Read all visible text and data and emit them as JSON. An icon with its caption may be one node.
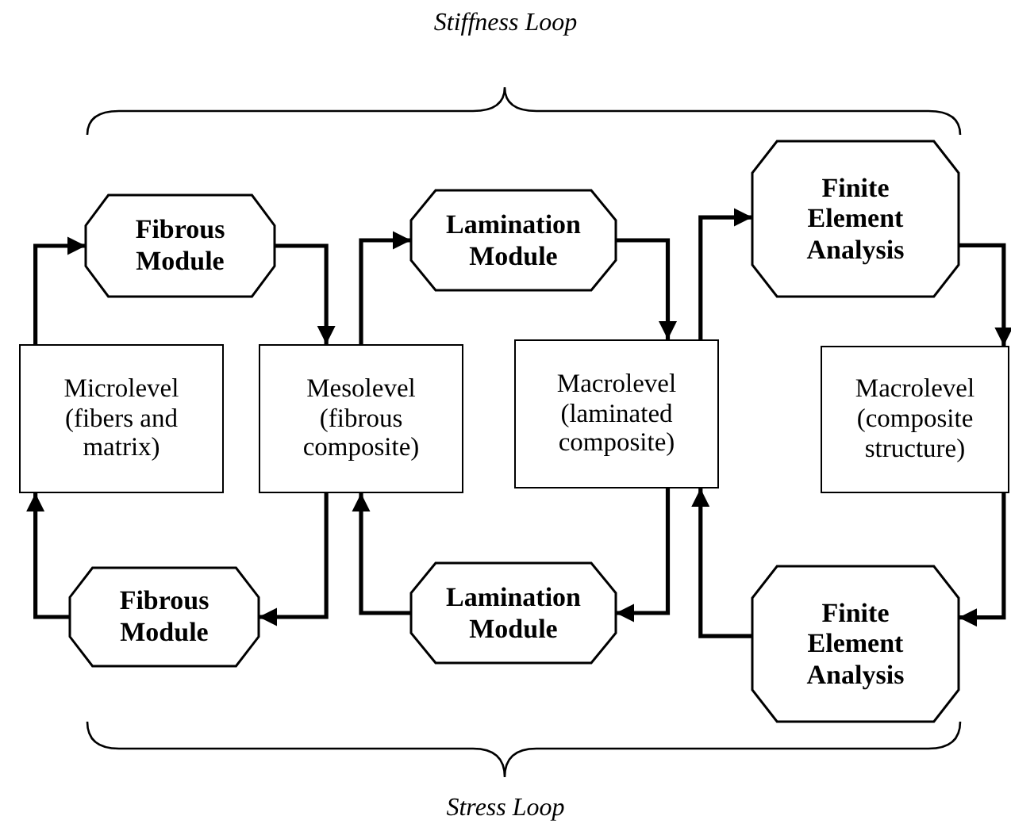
{
  "diagram": {
    "nodes": [
      {
        "text": [
          "Fibrous Module"
        ]
      },
      {
        "text": [
          "Lamination Module"
        ]
      },
      {
        "text": [
          "Finite Element Analysis"
        ]
      },
      {
        "text": [
          "Microlevel (fibers and matrix)"
        ]
      },
      {
        "text": [
          "Mesolevel (fibrous composite)"
        ]
      },
      {
        "text": [
          "Macrolevel (laminated composite)"
        ]
      },
      {
        "text": [
          "Macrolevel (composite structure)"
        ]
      },
      {
        "text": [
          "Fibrous Module"
        ]
      },
      {
        "text": [
          "Lamination Module"
        ]
      },
      {
        "text": [
          "Finite Element Analysis"
        ]
      }
    ],
    "edges": [
      {
        "from": 3,
        "to": 0,
        "arrow": "to"
      },
      {
        "from": 0,
        "to": 4,
        "arrow": "to"
      },
      {
        "from": 4,
        "to": 1,
        "arrow": "to"
      },
      {
        "from": 1,
        "to": 5,
        "arrow": "to"
      },
      {
        "from": 5,
        "to": 2,
        "arrow": "to"
      },
      {
        "from": 2,
        "to": 6,
        "arrow": "to"
      },
      {
        "from": 6,
        "to": 9,
        "arrow": "to"
      },
      {
        "from": 9,
        "to": 5,
        "arrow": "to"
      },
      {
        "from": 5,
        "to": 8,
        "arrow": "to"
      },
      {
        "from": 8,
        "to": 4,
        "arrow": "to"
      },
      {
        "from": 4,
        "to": 7,
        "arrow": "to"
      },
      {
        "from": 7,
        "to": 3,
        "arrow": "to"
      }
    ],
    "labels": [
      "Stiffness Loop",
      "Stress Loop"
    ]
  }
}
